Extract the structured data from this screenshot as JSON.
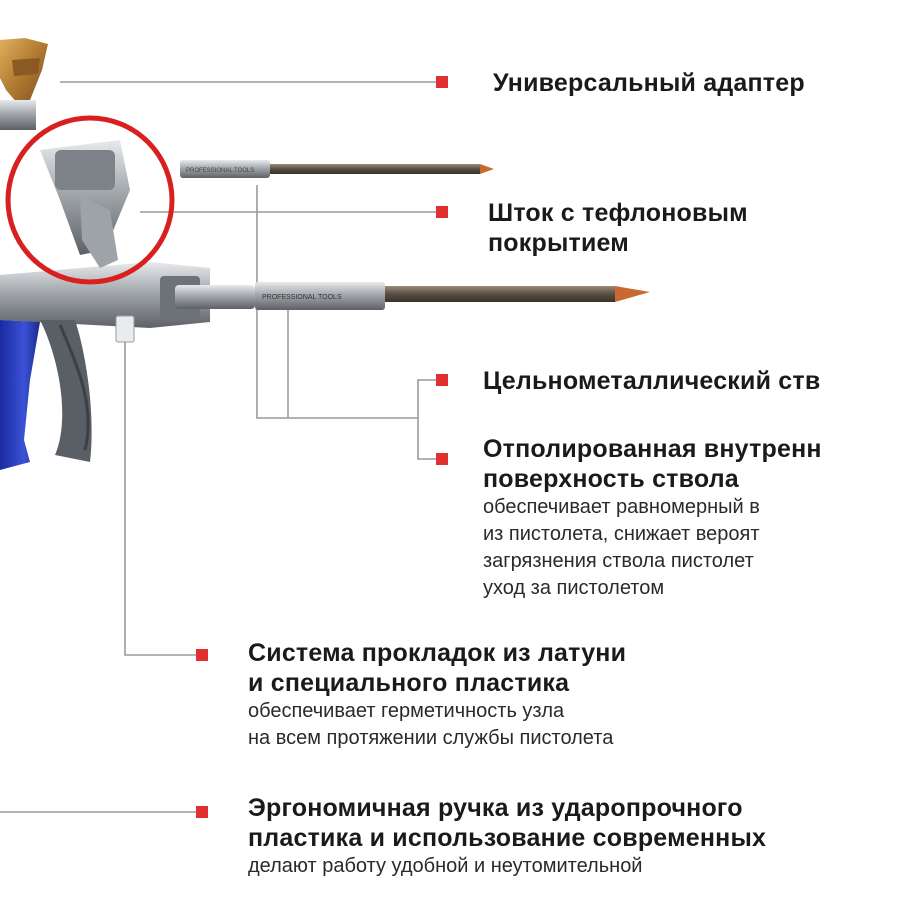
{
  "colors": {
    "marker": "#e03030",
    "leader_line": "#9a9a9a",
    "handle": "#2a3fb8",
    "highlight_circle": "#d92020",
    "metal": "#a9adb2",
    "brass": "#c08a3a"
  },
  "barrel_print": "PROFESSIONAL TOOLS",
  "labels": [
    {
      "id": "adapter",
      "title": [
        "Универсальный адаптер"
      ],
      "desc": []
    },
    {
      "id": "rod",
      "title": [
        "Шток с тефлоновым",
        "покрытием"
      ],
      "desc": []
    },
    {
      "id": "barrel",
      "title": [
        "Цельнометаллический ств"
      ],
      "desc": []
    },
    {
      "id": "polished",
      "title": [
        "Отполированная внутренн",
        "поверхность ствола"
      ],
      "desc": [
        "обеспечивает равномерный в",
        "из пистолета, снижает вероят",
        "загрязнения ствола пистолет",
        "уход за пистолетом"
      ]
    },
    {
      "id": "gaskets",
      "title": [
        "Система прокладок из латуни",
        "и специального пластика"
      ],
      "desc": [
        "обеспечивает герметичность узла",
        "на всем протяжении службы пистолета"
      ]
    },
    {
      "id": "handle",
      "title": [
        "Эргономичная ручка из ударопрочного",
        "пластика и использование современных"
      ],
      "desc": [
        "делают работу удобной и неутомительной"
      ]
    }
  ]
}
